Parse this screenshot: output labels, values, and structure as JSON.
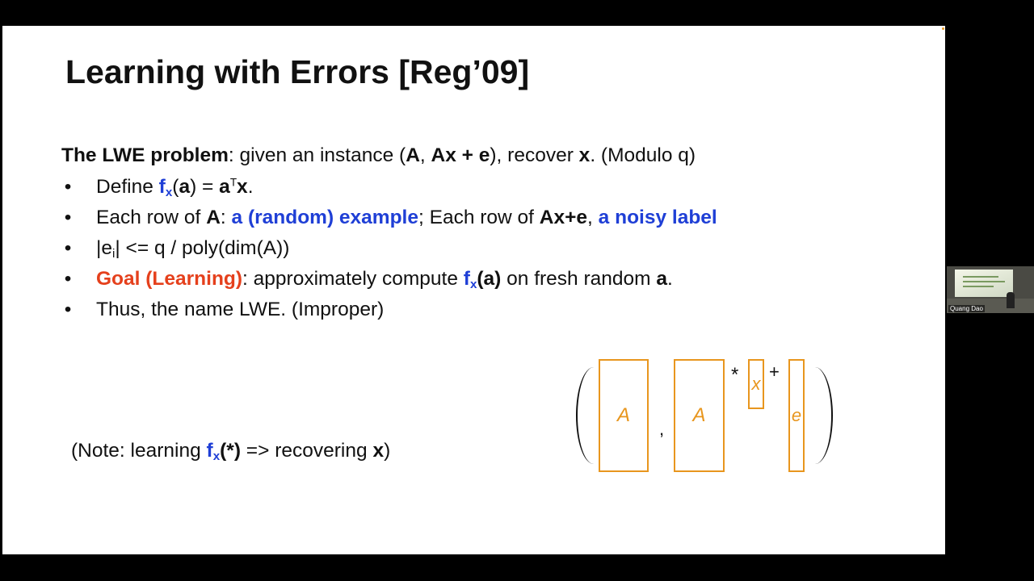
{
  "slide": {
    "title": "Learning with Errors [Reg’09]",
    "problem": {
      "label": "The LWE problem",
      "t1": ": given an instance (",
      "A": "A",
      "t2": ", ",
      "Axe": "Ax + e",
      "t3": "), recover ",
      "x": "x",
      "t4": ". (Modulo q)"
    },
    "bullet_symbol": "•",
    "bullets": {
      "b1": {
        "t1": "Define ",
        "f": "f",
        "sub": "x",
        "t2": "(",
        "a": "a",
        "t3": ") = ",
        "aT": "a",
        "sup": "T",
        "x": "x",
        "t4": "."
      },
      "b2": {
        "t1": "Each row of ",
        "A": "A",
        "t2": ": ",
        "example": "a (random) example",
        "t3": "; Each row of ",
        "Axe": "Ax+e",
        "t4": ", ",
        "label": "a noisy label"
      },
      "b3": {
        "t1": "|e",
        "sub": "i",
        "t2": "| <= q / poly(dim(A))"
      },
      "b4": {
        "goal": "Goal (Learning)",
        "t1": ": approximately compute ",
        "f": "f",
        "sub": "x",
        "fa": "(a)",
        "t2": " on fresh random ",
        "a": "a",
        "t3": "."
      },
      "b5": {
        "text": "Thus, the name LWE. (Improper)"
      }
    },
    "note": {
      "t1": "(Note: learning ",
      "f": "f",
      "sub": "x",
      "star": "(*)",
      "t2": " => recovering ",
      "x": "x",
      "t3": ")"
    },
    "diagram": {
      "box_a1": "A",
      "comma": ",",
      "box_a2": "A",
      "times": "*",
      "box_x": "x",
      "plus": "+",
      "box_e": "e"
    }
  },
  "video": {
    "participant_name": "Quang Dao"
  },
  "colors": {
    "blue": "#1f3fd6",
    "red": "#e5401c",
    "orange": "#e8961e"
  }
}
